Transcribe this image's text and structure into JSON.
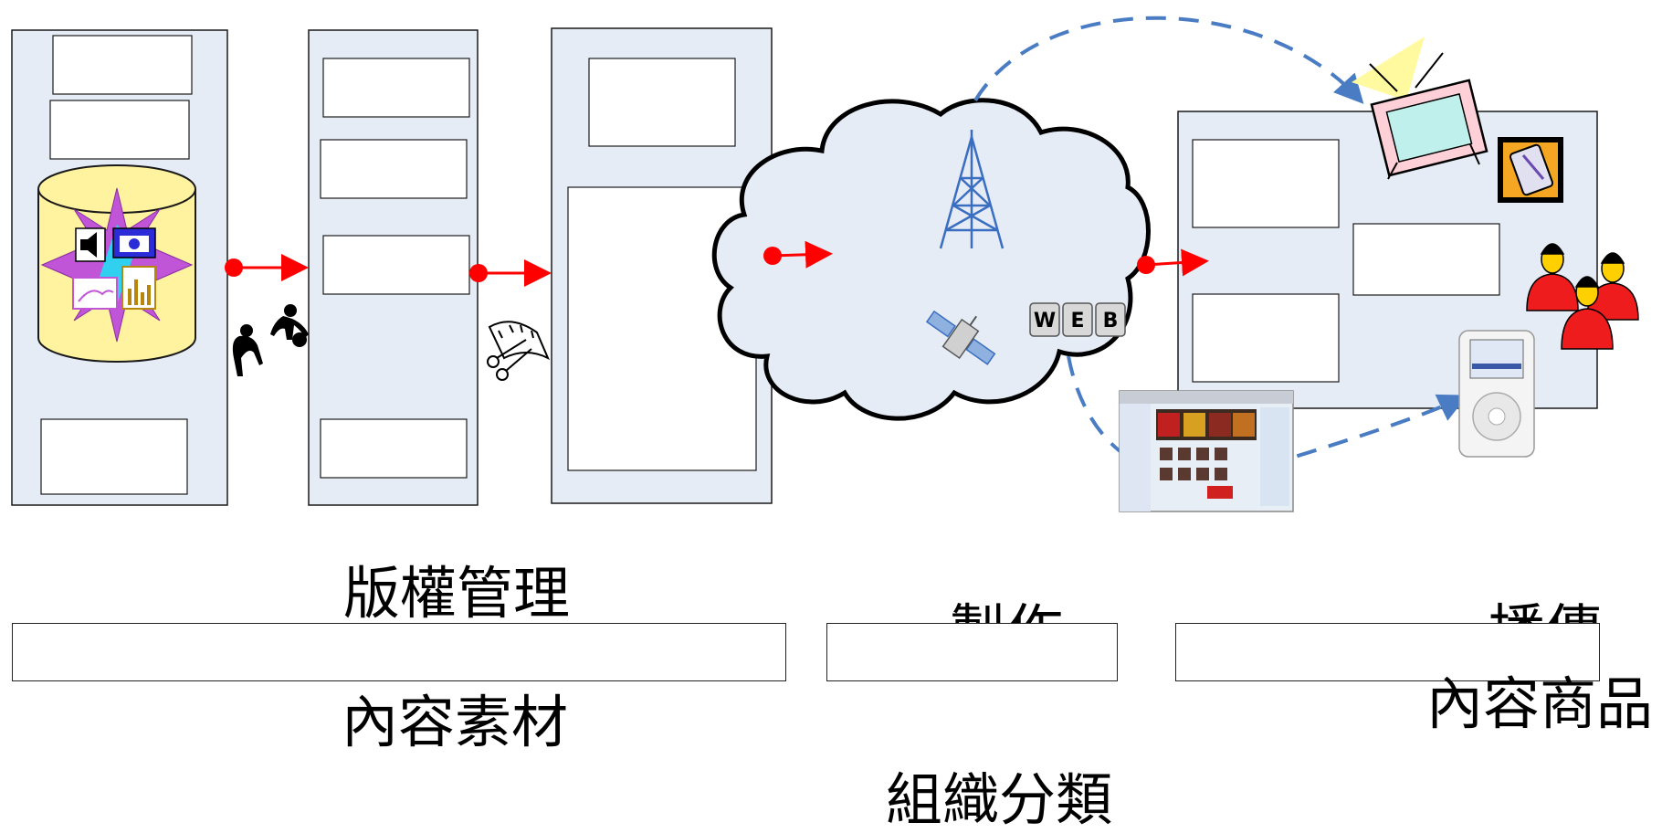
{
  "labels": {
    "copyright_management": "版權管理",
    "content_material": "內容素材",
    "production": "製作",
    "organize_classify": "組織分類",
    "broadcast": "播傳",
    "content_product": "內容商品"
  },
  "icons": {
    "web_keys": [
      "W",
      "E",
      "B"
    ]
  },
  "colors": {
    "panel_fill": "#e6ecf6",
    "panel_stroke": "#1a1a1a",
    "arrow_red": "#ff0000",
    "dash_blue": "#4a7cc4",
    "db_yellow": "#fff3a0",
    "star_purple": "#c055d8",
    "person_red": "#ee1c1c"
  }
}
